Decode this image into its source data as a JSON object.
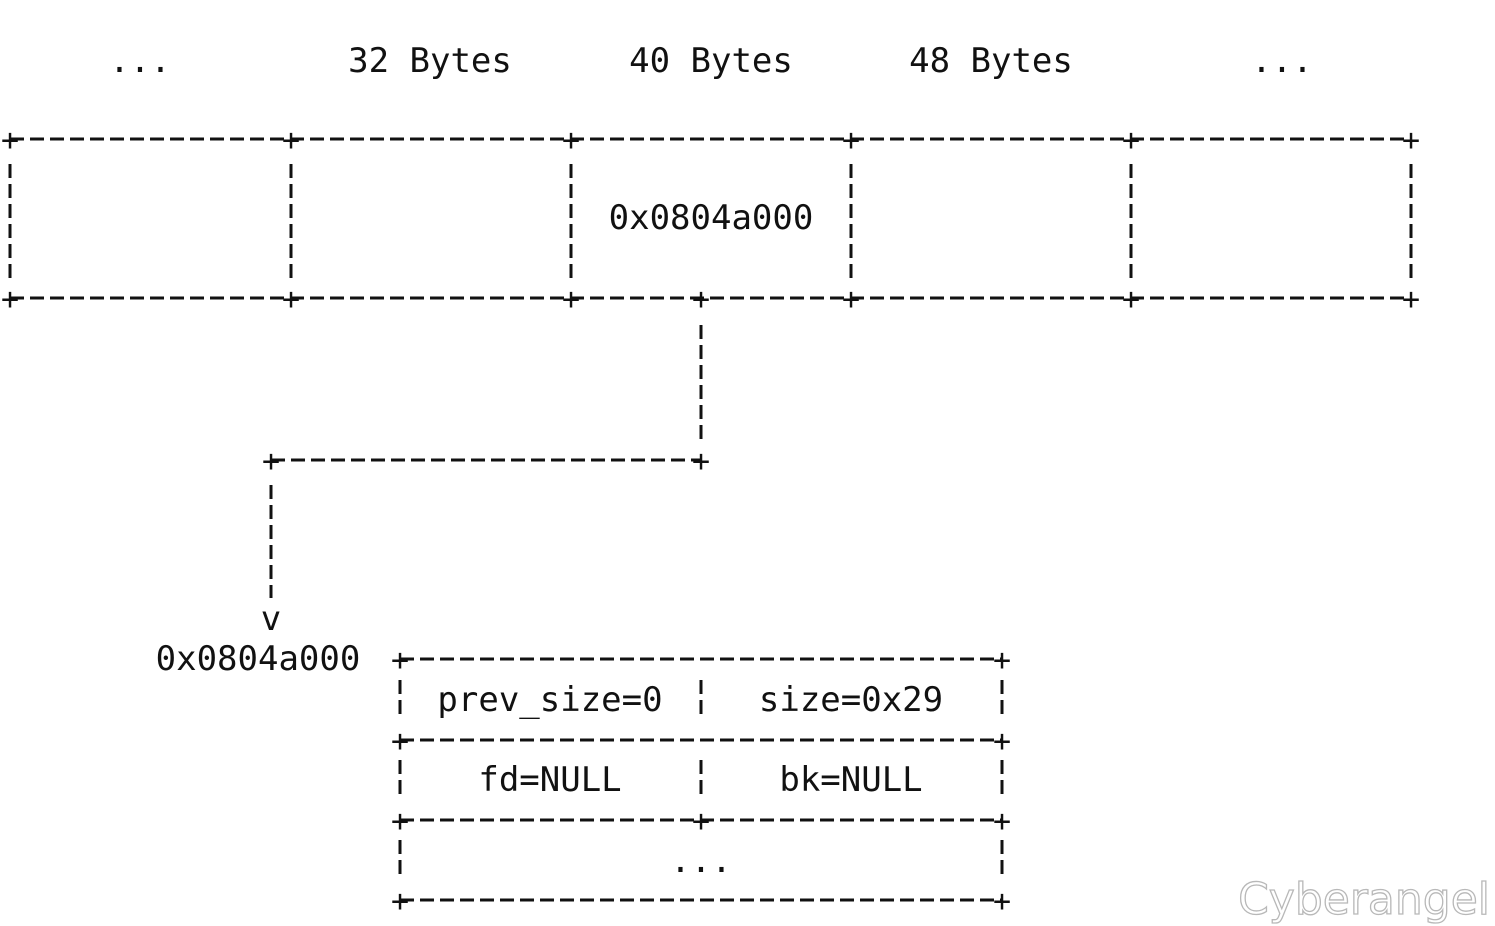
{
  "top_labels": [
    "...",
    "32 Bytes",
    "40 Bytes",
    "48 Bytes",
    "..."
  ],
  "bin_pointer": "0x0804a000",
  "arrow_head": "v",
  "chunk_address": "0x0804a000",
  "chunk": {
    "prev_size": "prev_size=0",
    "size": "size=0x29",
    "fd": "fd=NULL",
    "bk": "bk=NULL",
    "rest": "..."
  },
  "watermark": "Cyberangel"
}
